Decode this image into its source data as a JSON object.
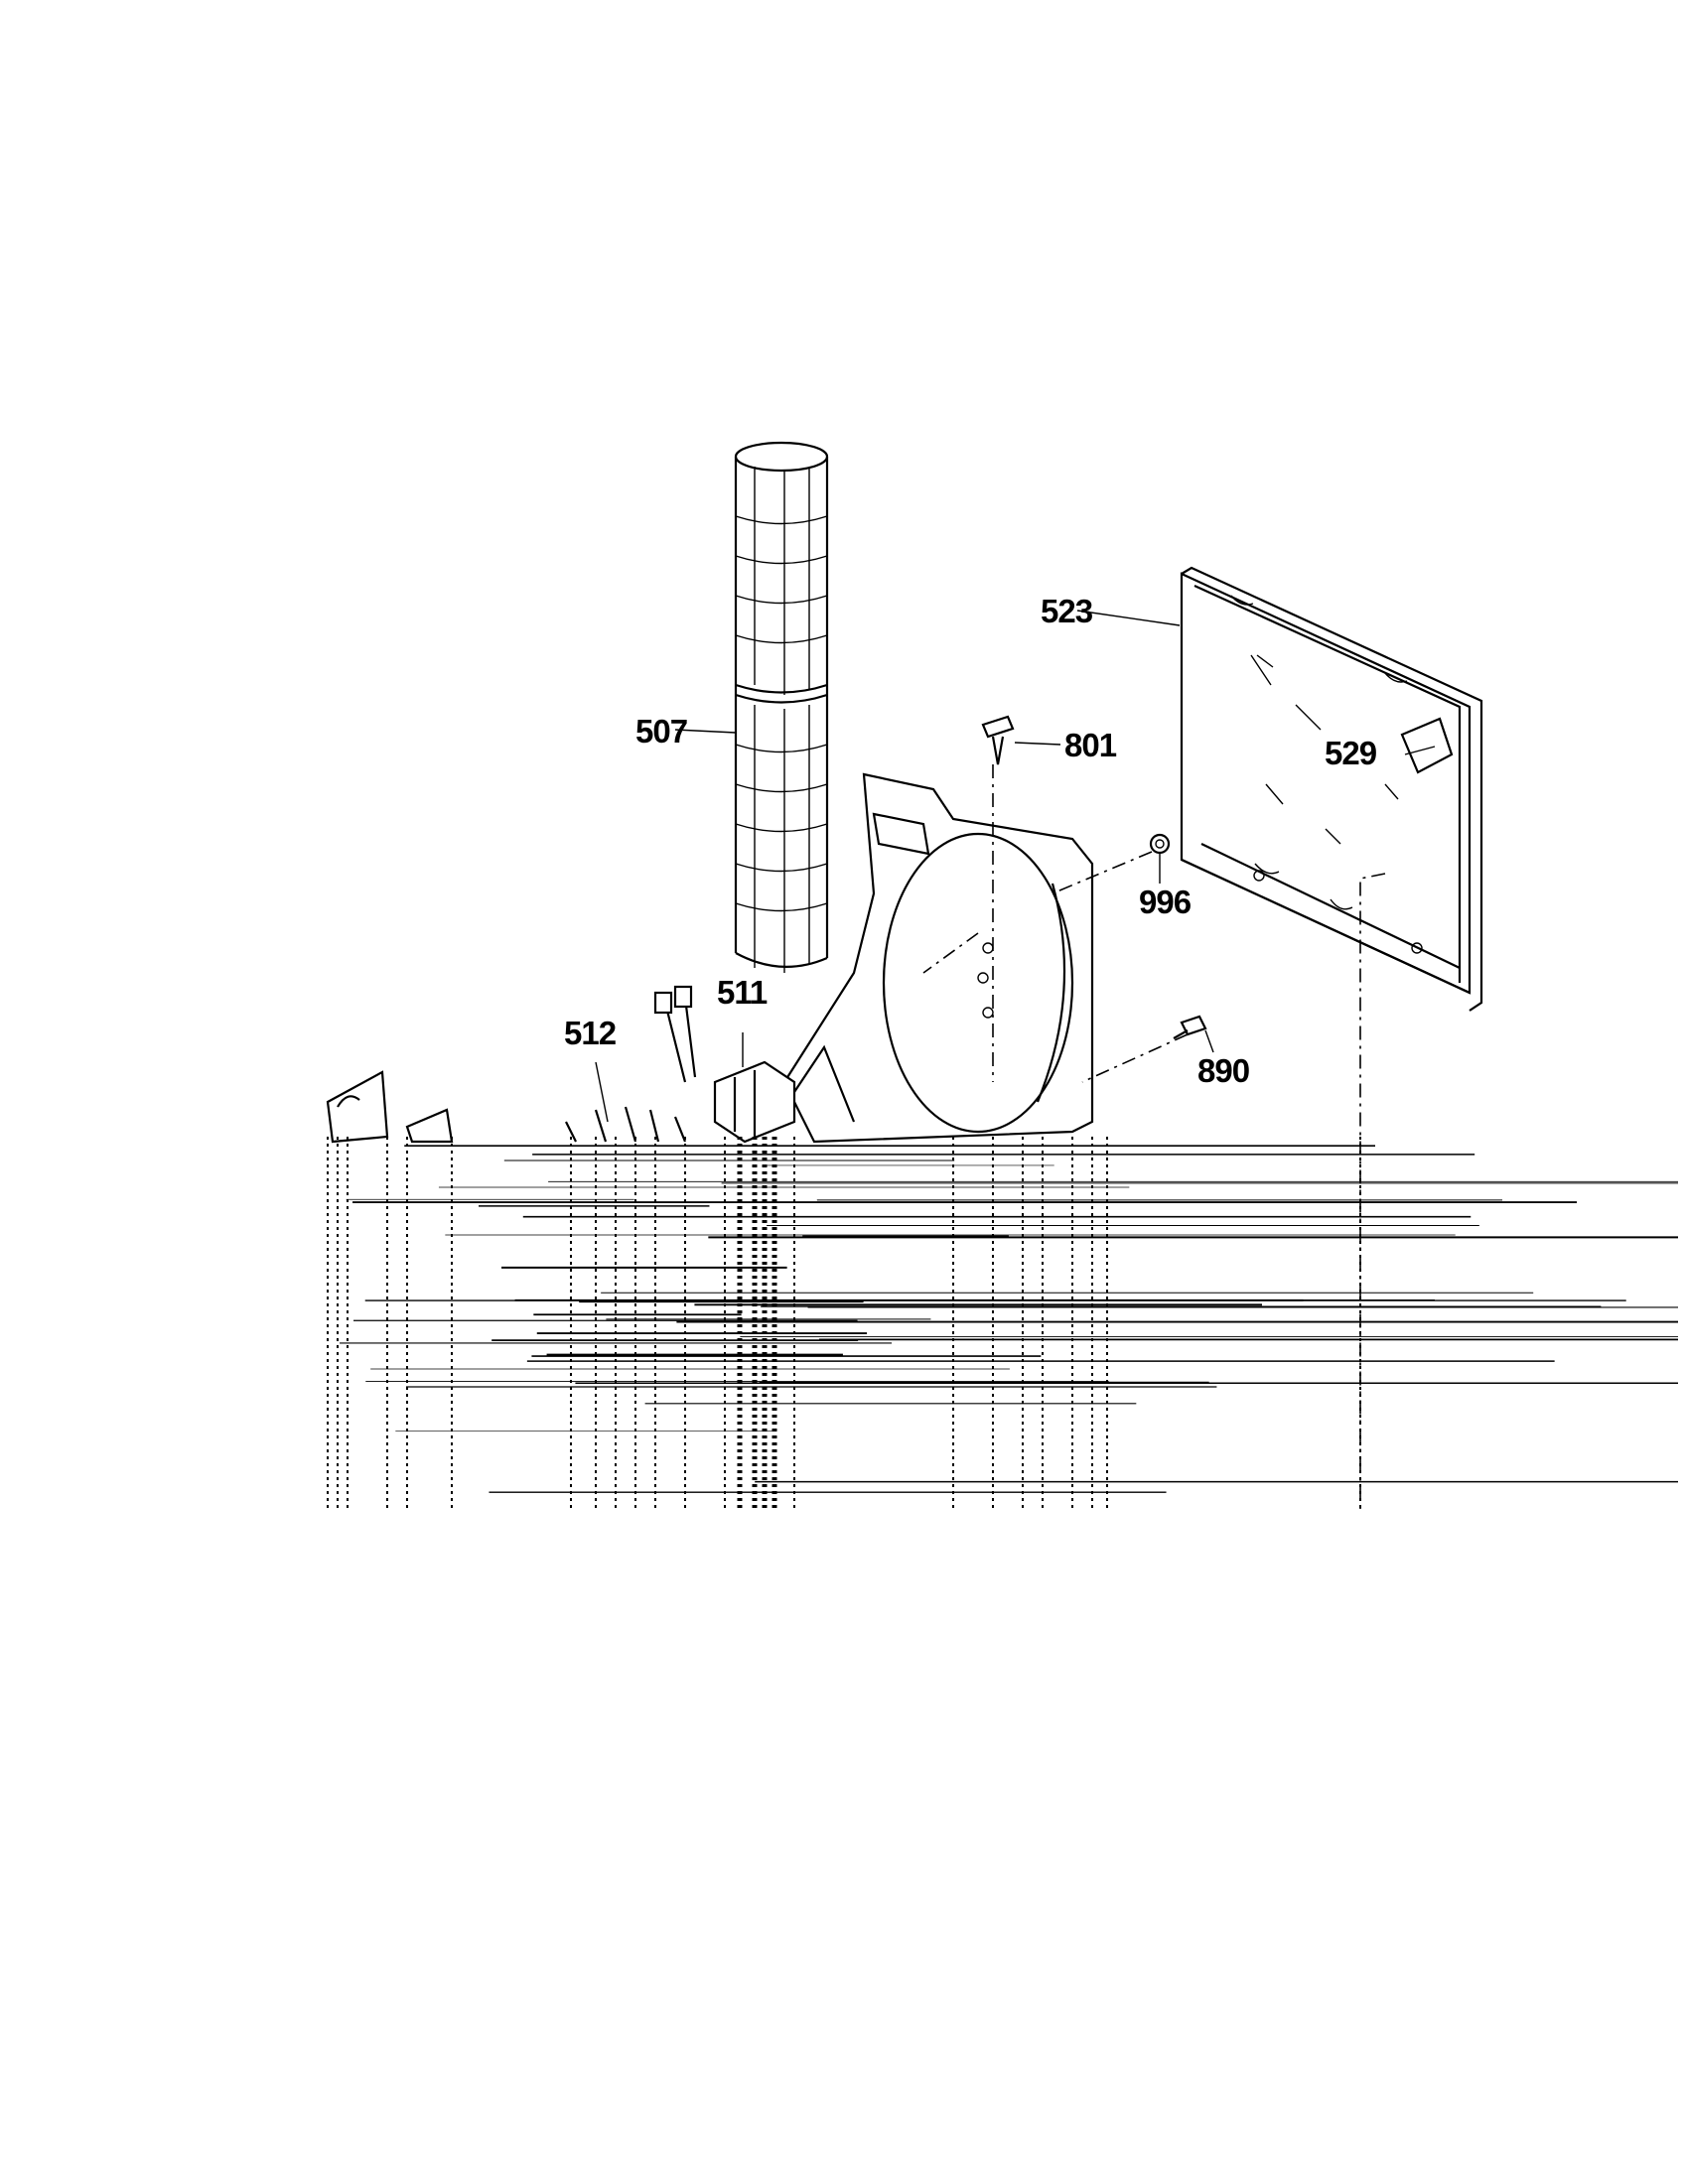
{
  "callouts": [
    {
      "id": "507",
      "label": "507"
    },
    {
      "id": "511",
      "label": "511"
    },
    {
      "id": "512",
      "label": "512"
    },
    {
      "id": "523",
      "label": "523"
    },
    {
      "id": "529",
      "label": "529"
    },
    {
      "id": "801",
      "label": "801"
    },
    {
      "id": "996",
      "label": "996"
    },
    {
      "id": "890",
      "label": "890"
    }
  ]
}
